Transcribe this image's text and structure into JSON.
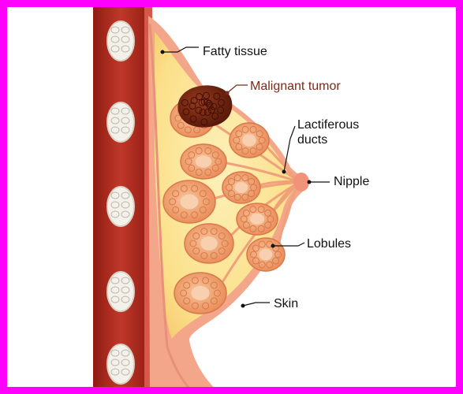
{
  "colors": {
    "frame": "#ff00ff",
    "muscle": "#b32a1e",
    "fat_fill": "#fbe08a",
    "skin": "#f3a68a",
    "lobule": "#f2a36f",
    "tumor": "#7b2b14",
    "label_text": "#111111",
    "tumor_label_text": "#7a2a1a"
  },
  "labels": {
    "fatty_tissue": "Fatty tissue",
    "malignant_tumor": "Malignant tumor",
    "lactiferous_line1": "Lactiferous",
    "lactiferous_line2": "ducts",
    "nipple": "Nipple",
    "lobules": "Lobules",
    "skin": "Skin"
  }
}
